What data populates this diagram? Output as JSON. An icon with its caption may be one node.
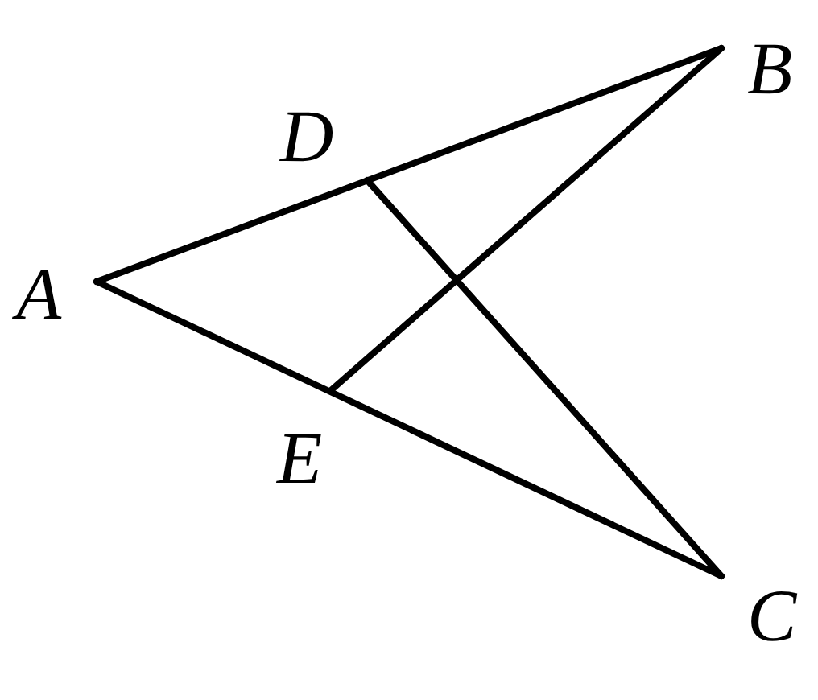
{
  "diagram": {
    "labels": [
      "D",
      "B",
      "A",
      "E",
      "C"
    ]
  }
}
